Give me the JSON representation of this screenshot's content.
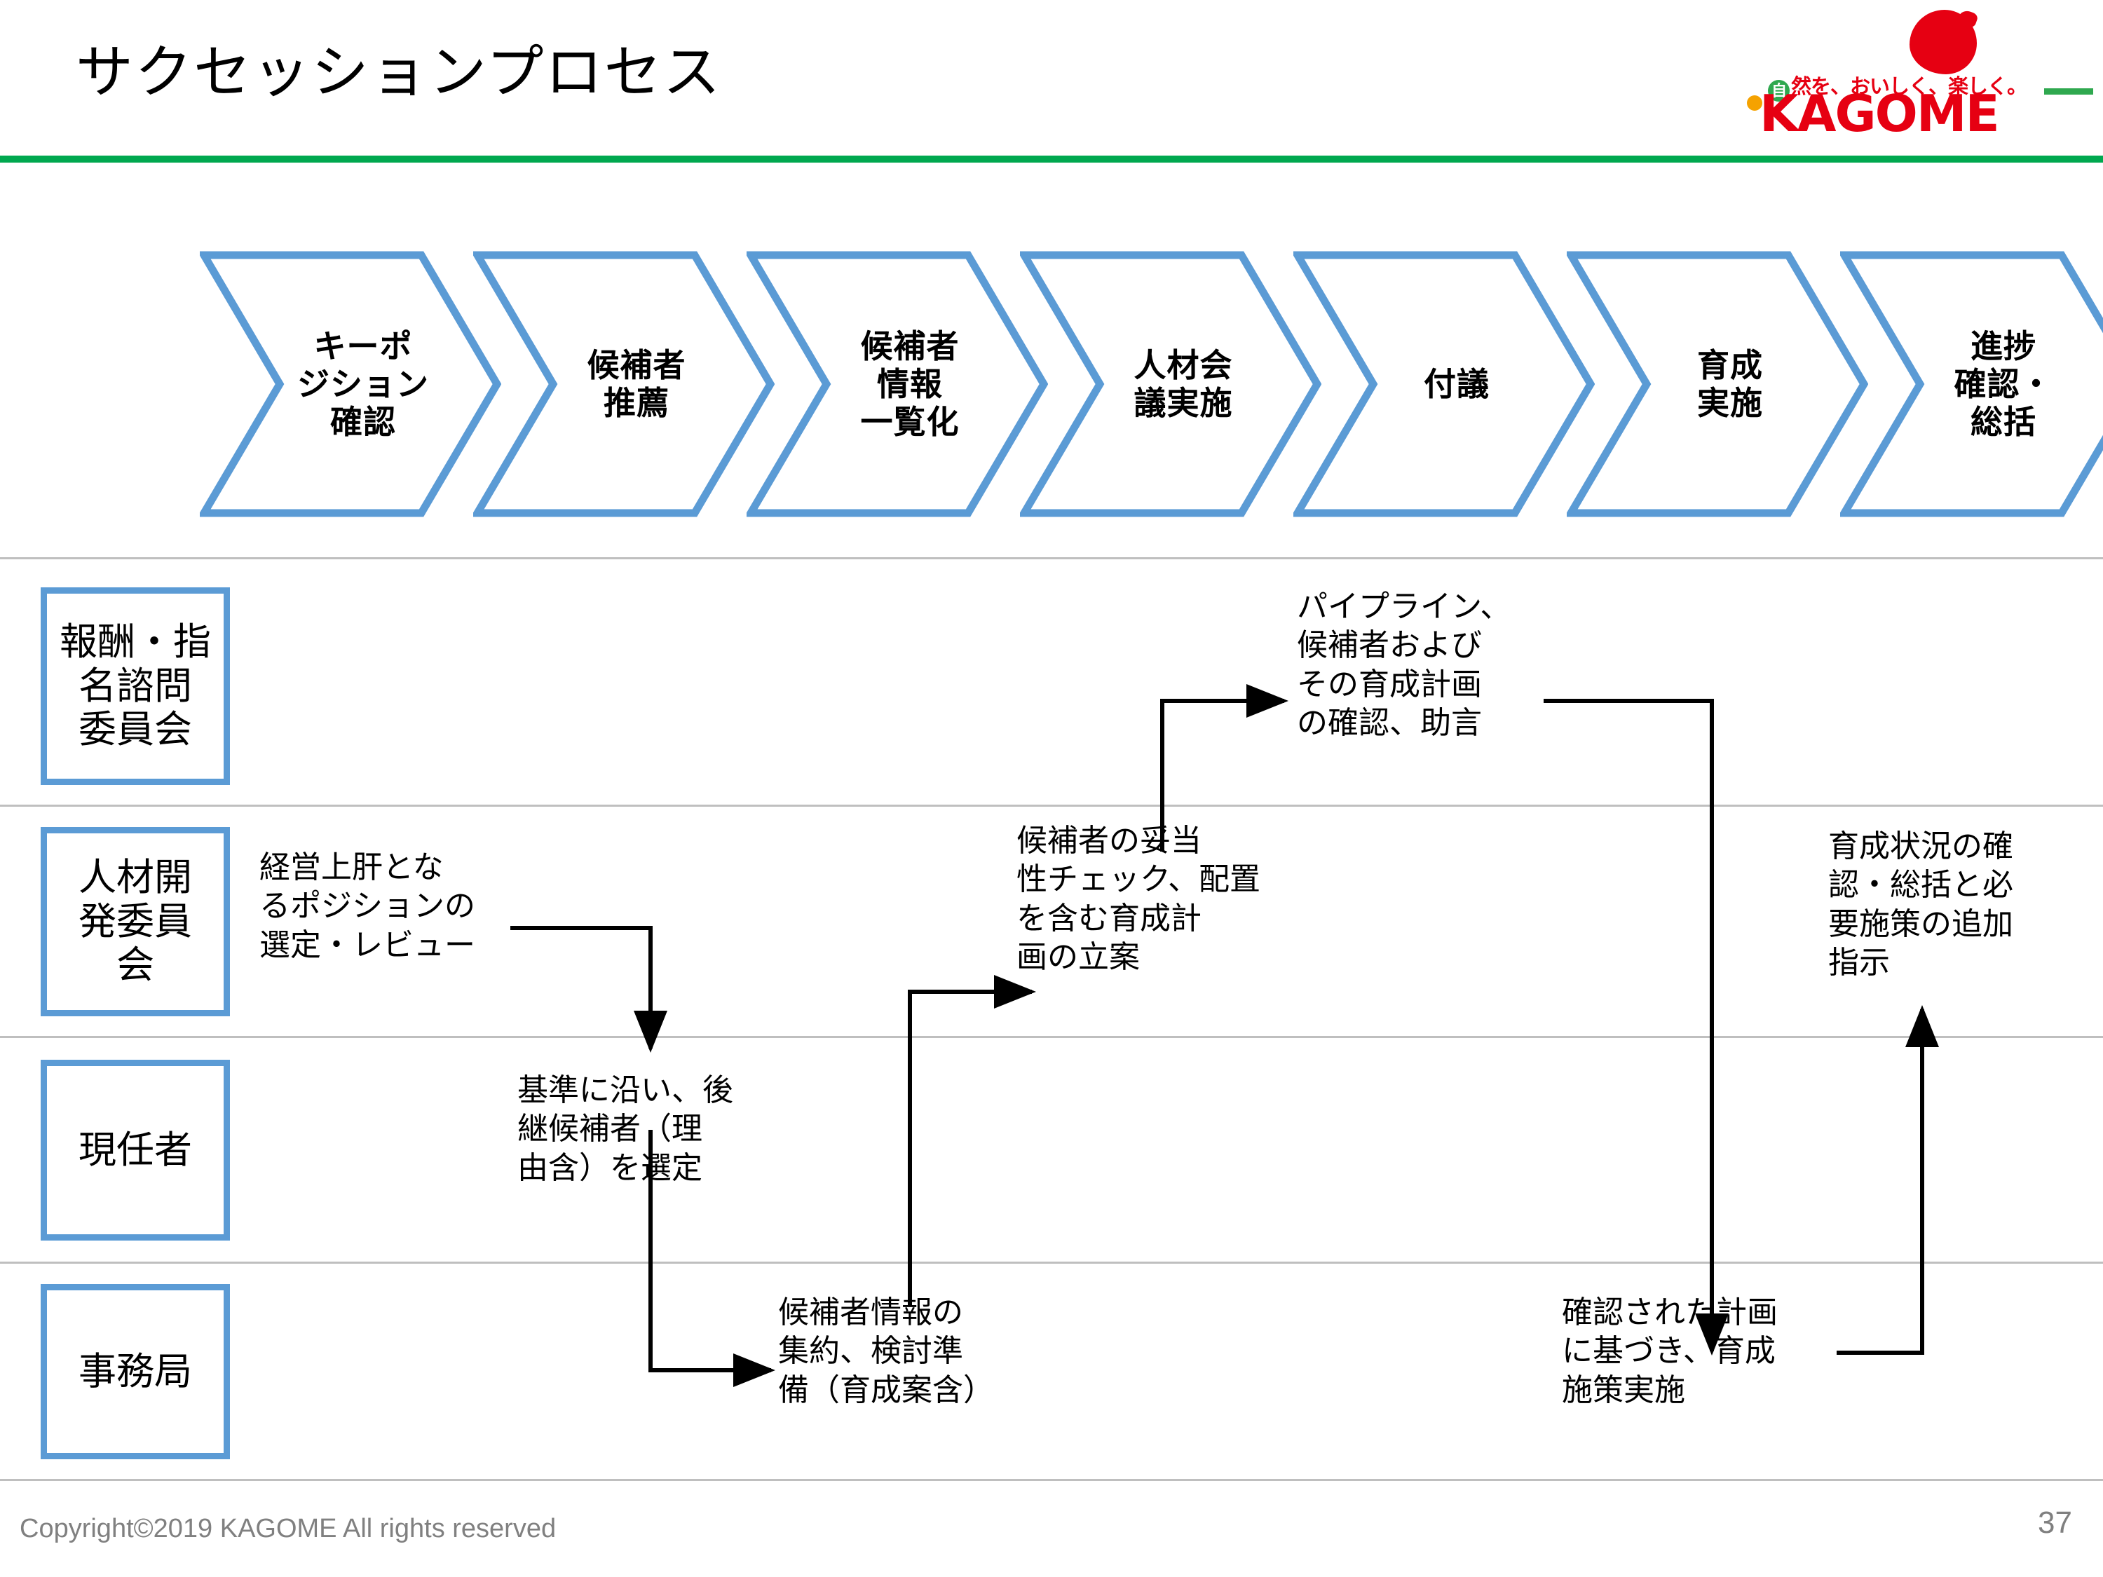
{
  "header": {
    "title": "サクセッションプロセス",
    "rule_color": "#00A84F"
  },
  "logo": {
    "name": "KAGOME",
    "tagline": "然を、おいしく、楽しく。",
    "tagline_badge": "自",
    "brand_color": "#E60012",
    "accent_color": "#2FA84F"
  },
  "process": {
    "steps": [
      {
        "lines": [
          "キーポ",
          "ジション",
          "確認"
        ]
      },
      {
        "lines": [
          "候補者",
          "推薦"
        ]
      },
      {
        "lines": [
          "候補者",
          "情報",
          "一覧化"
        ]
      },
      {
        "lines": [
          "人材会",
          "議実施"
        ]
      },
      {
        "lines": [
          "付議"
        ]
      },
      {
        "lines": [
          "育成",
          "実施"
        ]
      },
      {
        "lines": [
          "進捗",
          "確認・",
          "総括"
        ]
      }
    ],
    "outline_color": "#5B9BD5"
  },
  "lanes": [
    {
      "label": "報酬・指\n名諮問\n委員会"
    },
    {
      "label": "人材開\n発委員\n会"
    },
    {
      "label": "現任者"
    },
    {
      "label": "事務局"
    }
  ],
  "notes": {
    "n1": "経営上肝とな\nるポジションの\n選定・レビュー",
    "n2": "基準に沿い、後\n継候補者（理\n由含）を選定",
    "n3": "候補者情報の\n集約、検討準\n備（育成案含）",
    "n4": "候補者の妥当\n性チェック、配置\nを含む育成計\n画の立案",
    "n5": "パイプライン、\n候補者および\nその育成計画\nの確認、助言",
    "n6": "確認された計画\nに基づき、育成\n施策実施",
    "n7": "育成状況の確\n認・総括と必\n要施策の追加\n指示"
  },
  "footer": {
    "copyright": "Copyright©2019 KAGOME All rights reserved",
    "page_number": "37"
  }
}
